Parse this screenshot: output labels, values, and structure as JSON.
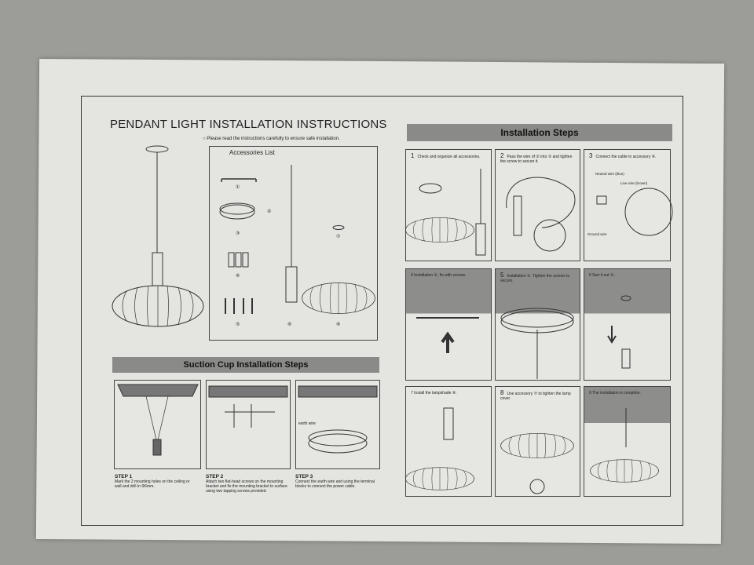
{
  "title": "PENDANT LIGHT INSTALLATION INSTRUCTIONS",
  "note": "○ Please read the instructions carefully to ensure safe installation.",
  "accessories": {
    "label": "Accessories List",
    "items": [
      "①",
      "②",
      "③",
      "④",
      "⑤",
      "⑥",
      "⑦",
      "⑧"
    ]
  },
  "suction_cup": {
    "header": "Suction Cup Installation Steps",
    "steps": [
      {
        "title": "STEP 1",
        "text": "Mark the 2 mounting holes on the ceiling or wall and drill in Φ6mm."
      },
      {
        "title": "STEP 2",
        "text": "Attach two flat-head screws on the mounting bracket and fix the mounting bracket to surface using two tapping screws provided."
      },
      {
        "title": "STEP 3",
        "text": "Connect the earth wire and using the terminal blocks to connect the power cable."
      }
    ],
    "earth_wire_label": "earth wire"
  },
  "installation": {
    "header": "Installation Steps",
    "steps": [
      {
        "num": "1",
        "text": "Check and organize all accessories."
      },
      {
        "num": "2",
        "text": "Pass the wire of ② into ③ and tighten the screw to secure it."
      },
      {
        "num": "3",
        "text": "Connect the cable to accessory ④."
      },
      {
        "num": "",
        "text": "4 Installation ①, fix with screws."
      },
      {
        "num": "5",
        "text": "Installation ③. Tighten the screws to secure."
      },
      {
        "num": "",
        "text": "6 Sort it out ⑤."
      },
      {
        "num": "",
        "text": "7 Install the lampshade ⑧."
      },
      {
        "num": "8",
        "text": "Use accessory ⑦ to tighten the lamp cover."
      },
      {
        "num": "",
        "text": "9 The installation is complete."
      }
    ],
    "wire_labels": {
      "neutral": "Neutral wire (blue)",
      "live": "Live wire (brown)",
      "ground": "Ground wire"
    }
  }
}
